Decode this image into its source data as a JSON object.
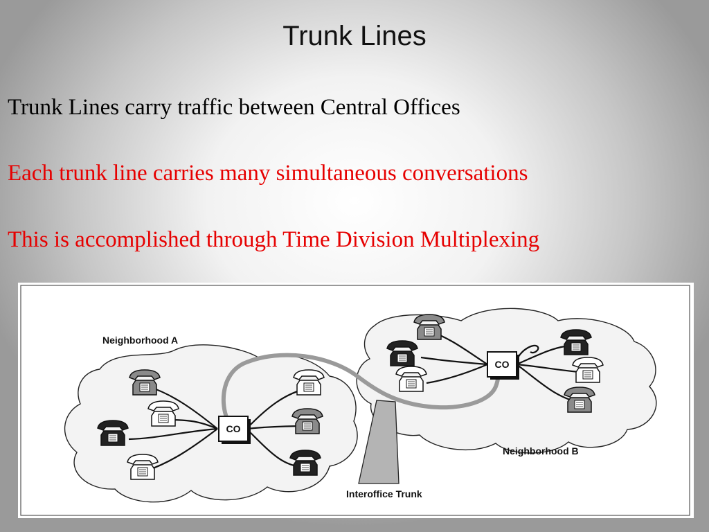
{
  "slide": {
    "title": "Trunk Lines",
    "lines": [
      "Trunk Lines carry traffic between Central Offices",
      "Each trunk line carries many simultaneous conversations",
      "This is accomplished through Time Division Multiplexing"
    ],
    "text_color_red": "#e60000"
  },
  "diagram": {
    "neighborhood_a": "Neighborhood A",
    "neighborhood_b": "Neighborhood B",
    "trunk_label": "Interoffice Trunk",
    "co_a": "CO",
    "co_b": "CO",
    "phones_a": [
      {
        "name": "phone-a1",
        "shade": "gray"
      },
      {
        "name": "phone-a2",
        "shade": "white"
      },
      {
        "name": "phone-a3",
        "shade": "black"
      },
      {
        "name": "phone-a4",
        "shade": "white"
      },
      {
        "name": "phone-a5",
        "shade": "white"
      },
      {
        "name": "phone-a6",
        "shade": "gray"
      },
      {
        "name": "phone-a7",
        "shade": "black"
      }
    ],
    "phones_b": [
      {
        "name": "phone-b1",
        "shade": "gray"
      },
      {
        "name": "phone-b2",
        "shade": "black"
      },
      {
        "name": "phone-b3",
        "shade": "white"
      },
      {
        "name": "phone-b4",
        "shade": "black"
      },
      {
        "name": "phone-b5",
        "shade": "white"
      },
      {
        "name": "phone-b6",
        "shade": "gray"
      }
    ]
  }
}
